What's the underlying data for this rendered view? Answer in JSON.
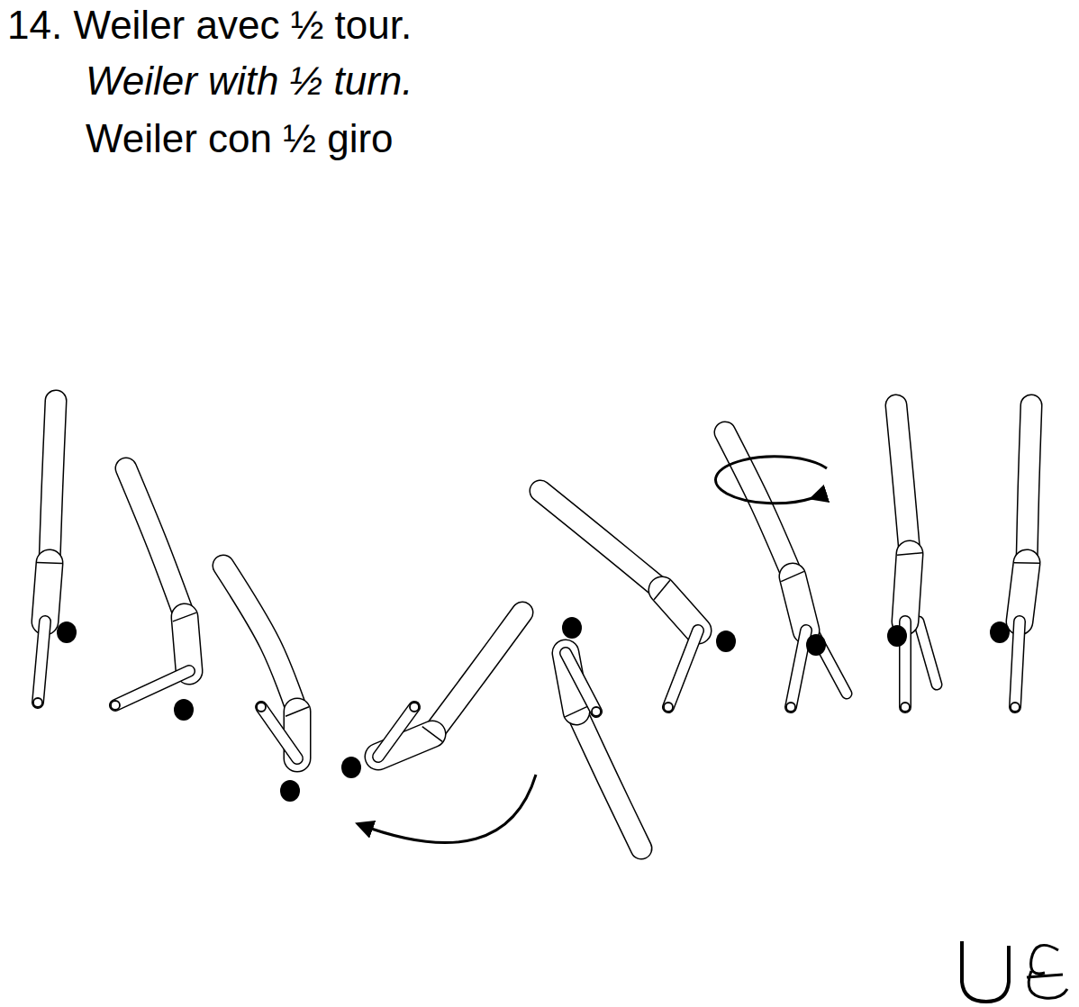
{
  "diagram": {
    "labels": [
      "14. Weiler avec ½ tour.",
      "Weiler with ½ turn.",
      "Weiler con ½ giro"
    ]
  }
}
